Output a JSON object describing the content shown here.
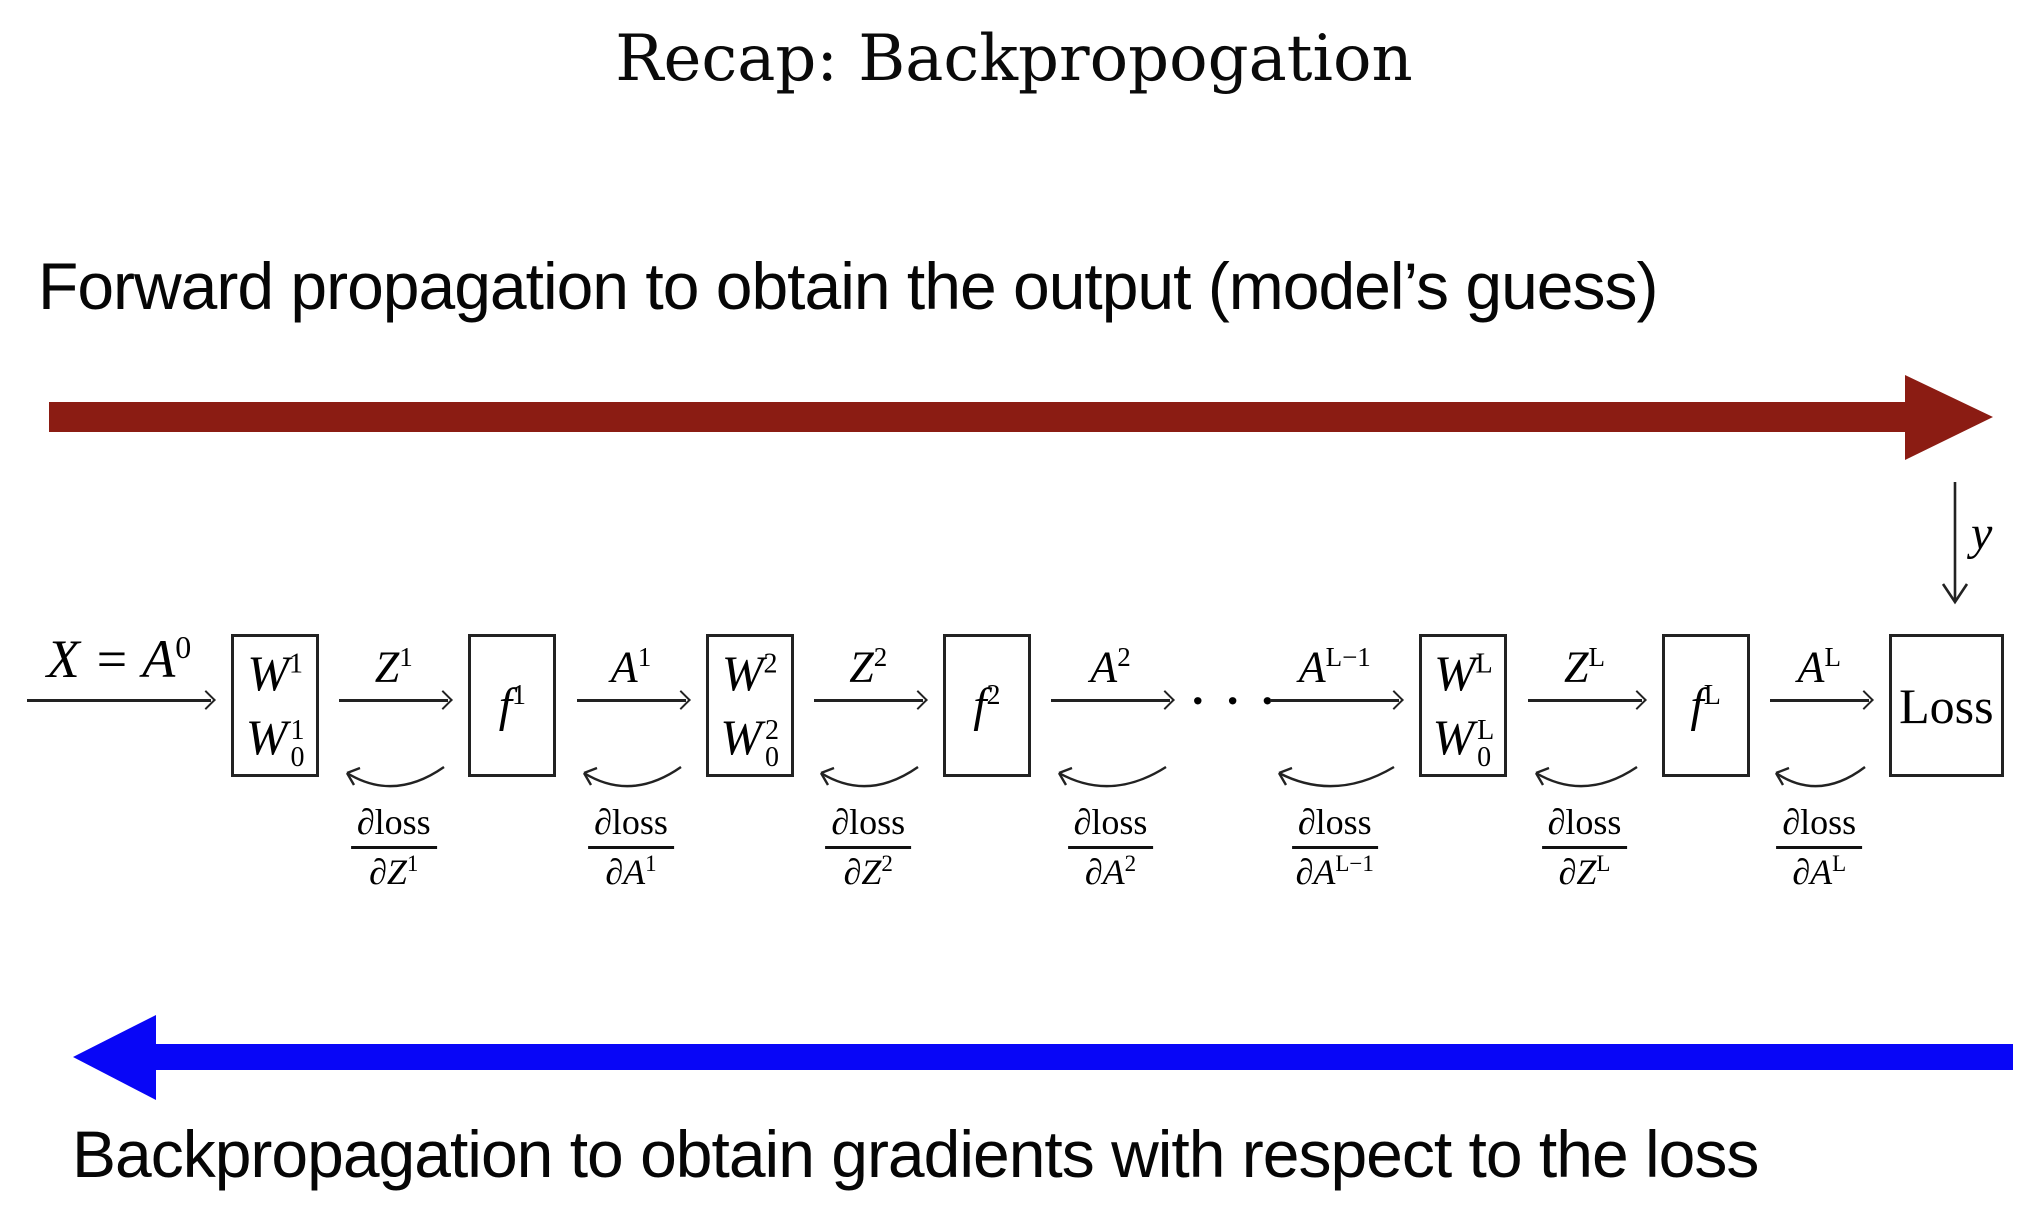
{
  "title": "Recap: Backpropogation",
  "forward": {
    "label": "Forward propagation to obtain the output (model’s guess)"
  },
  "backward": {
    "label": "Backpropagation to obtain gradients with respect to the loss"
  },
  "colors": {
    "forward_arrow": "#8B1C13",
    "backward_arrow": "#0806F7",
    "ink": "#222222"
  },
  "target_input": {
    "label": "y"
  },
  "flow": {
    "input_arrow": {
      "base": "X = A",
      "sup": "0"
    },
    "dots": "· · ·",
    "arrows": [
      {
        "base": "Z",
        "sup": "1",
        "grad_num": "∂loss",
        "grad_den": "∂Z",
        "grad_den_sup": "1"
      },
      {
        "base": "A",
        "sup": "1",
        "grad_num": "∂loss",
        "grad_den": "∂A",
        "grad_den_sup": "1"
      },
      {
        "base": "Z",
        "sup": "2",
        "grad_num": "∂loss",
        "grad_den": "∂Z",
        "grad_den_sup": "2"
      },
      {
        "base": "A",
        "sup": "2",
        "grad_num": "∂loss",
        "grad_den": "∂A",
        "grad_den_sup": "2"
      },
      {
        "base": "A",
        "sup": "L−1",
        "grad_num": "∂loss",
        "grad_den": "∂A",
        "grad_den_sup": "L−1"
      },
      {
        "base": "Z",
        "sup": "L",
        "grad_num": "∂loss",
        "grad_den": "∂Z",
        "grad_den_sup": "L"
      },
      {
        "base": "A",
        "sup": "L",
        "grad_num": "∂loss",
        "grad_den": "∂A",
        "grad_den_sup": "L"
      }
    ],
    "weight_boxes": [
      {
        "top_base": "W",
        "top_sup": "1",
        "bottom_base": "W",
        "bottom_sub": "0",
        "bottom_sup": "1"
      },
      {
        "top_base": "W",
        "top_sup": "2",
        "bottom_base": "W",
        "bottom_sub": "0",
        "bottom_sup": "2"
      },
      {
        "top_base": "W",
        "top_sup": "L",
        "bottom_base": "W",
        "bottom_sub": "0",
        "bottom_sup": "L"
      }
    ],
    "activation_boxes": [
      {
        "base": "f",
        "sup": "1"
      },
      {
        "base": "f",
        "sup": "2"
      },
      {
        "base": "f",
        "sup": "L"
      }
    ],
    "loss_box": {
      "label": "Loss"
    }
  }
}
